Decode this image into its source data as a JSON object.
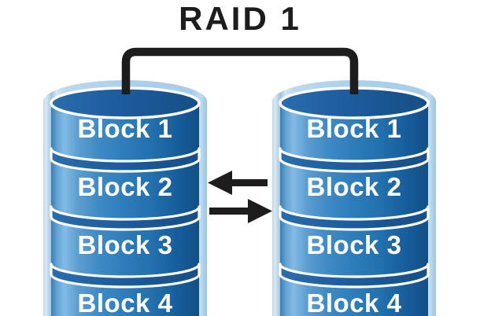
{
  "title": "RAID 1",
  "disks": [
    {
      "id": "disk-left",
      "blocks": [
        "Block 1",
        "Block 2",
        "Block 3",
        "Block 4"
      ]
    },
    {
      "id": "disk-right",
      "blocks": [
        "Block 1",
        "Block 2",
        "Block 3",
        "Block 4"
      ]
    }
  ],
  "colors": {
    "ink": "#1d1d1d",
    "label": "#ffffff",
    "disk_dark": "#1d5c9e",
    "rim_light": "#b5d2e8",
    "background": "#ffffff"
  }
}
